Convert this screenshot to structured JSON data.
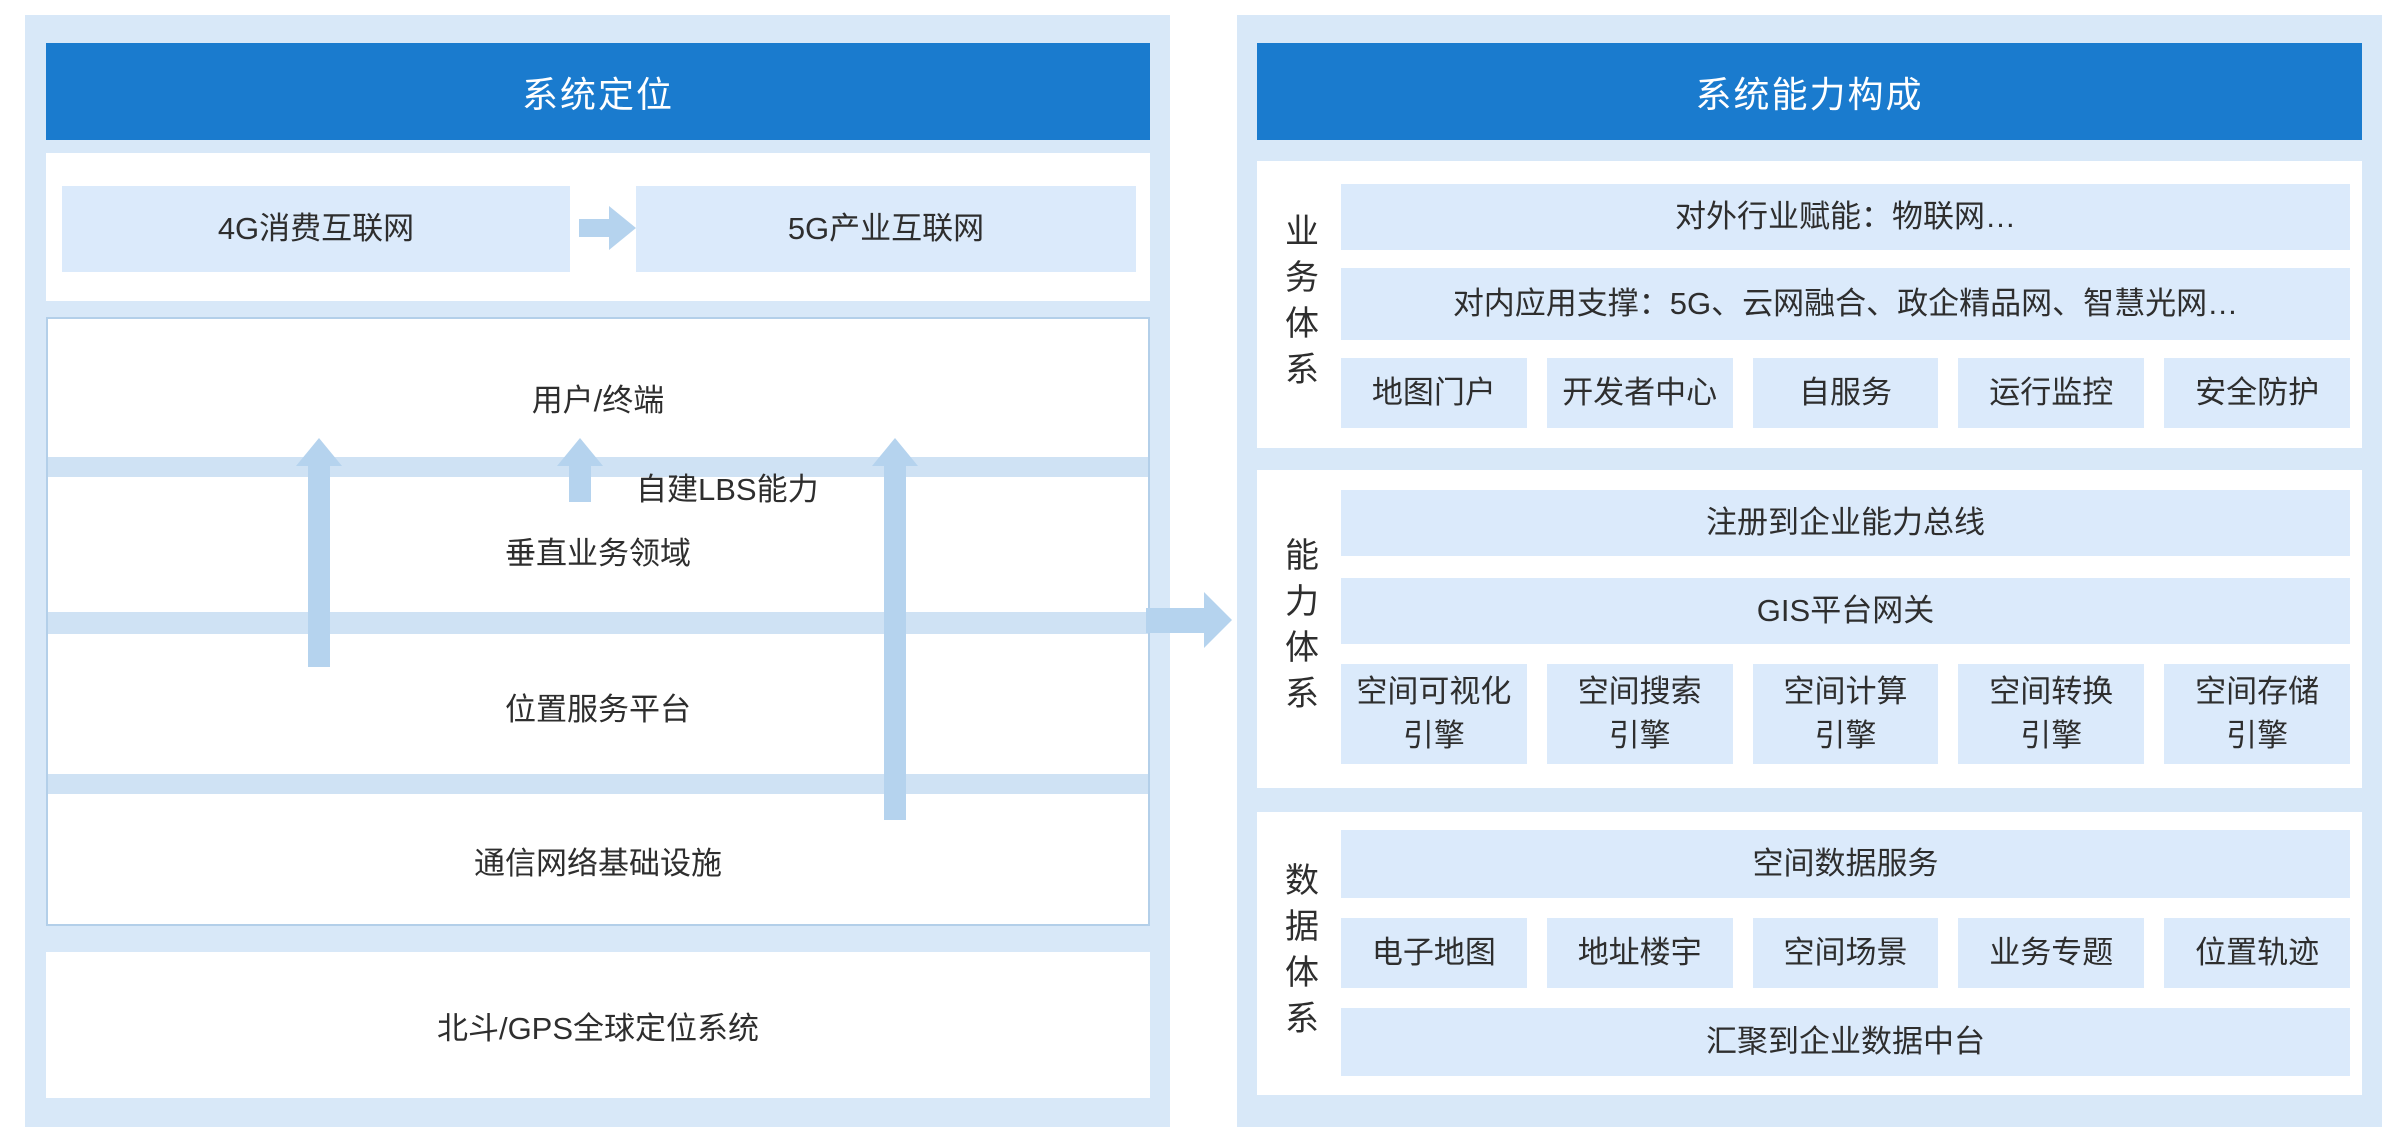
{
  "colors": {
    "header_blue": "#1a7bce",
    "panel_bg": "#d8e8f8",
    "tile_bg": "#dbeafb",
    "band_bg": "#cfe2f4",
    "arrow": "#b5d3ee",
    "text": "#2e2e2e"
  },
  "left_panel": {
    "title": "系统定位",
    "evolution": {
      "from_label": "4G消费互联网",
      "to_label": "5G产业互联网"
    },
    "stack": {
      "top_layer": "用户/终端",
      "self_built_label": "自建LBS能力",
      "vertical_domain": "垂直业务领域",
      "platform_layer": "位置服务平台",
      "network_layer": "通信网络基础设施"
    },
    "foundation": "北斗/GPS全球定位系统"
  },
  "right_panel": {
    "title": "系统能力构成",
    "sections": [
      {
        "label": "业务体系",
        "rows": [
          "对外行业赋能：物联网…",
          "对内应用支撑：5G、云网融合、政企精品网、智慧光网…"
        ],
        "tiles": [
          "地图门户",
          "开发者中心",
          "自服务",
          "运行监控",
          "安全防护"
        ]
      },
      {
        "label": "能力体系",
        "rows": [
          "注册到企业能力总线",
          "GIS平台网关"
        ],
        "tiles": [
          "空间可视化\n引擎",
          "空间搜索\n引擎",
          "空间计算\n引擎",
          "空间转换\n引擎",
          "空间存储\n引擎"
        ]
      },
      {
        "label": "数据体系",
        "rows": [
          "空间数据服务"
        ],
        "tiles": [
          "电子地图",
          "地址楼宇",
          "空间场景",
          "业务专题",
          "位置轨迹"
        ],
        "bottom_row": "汇聚到企业数据中台"
      }
    ]
  }
}
